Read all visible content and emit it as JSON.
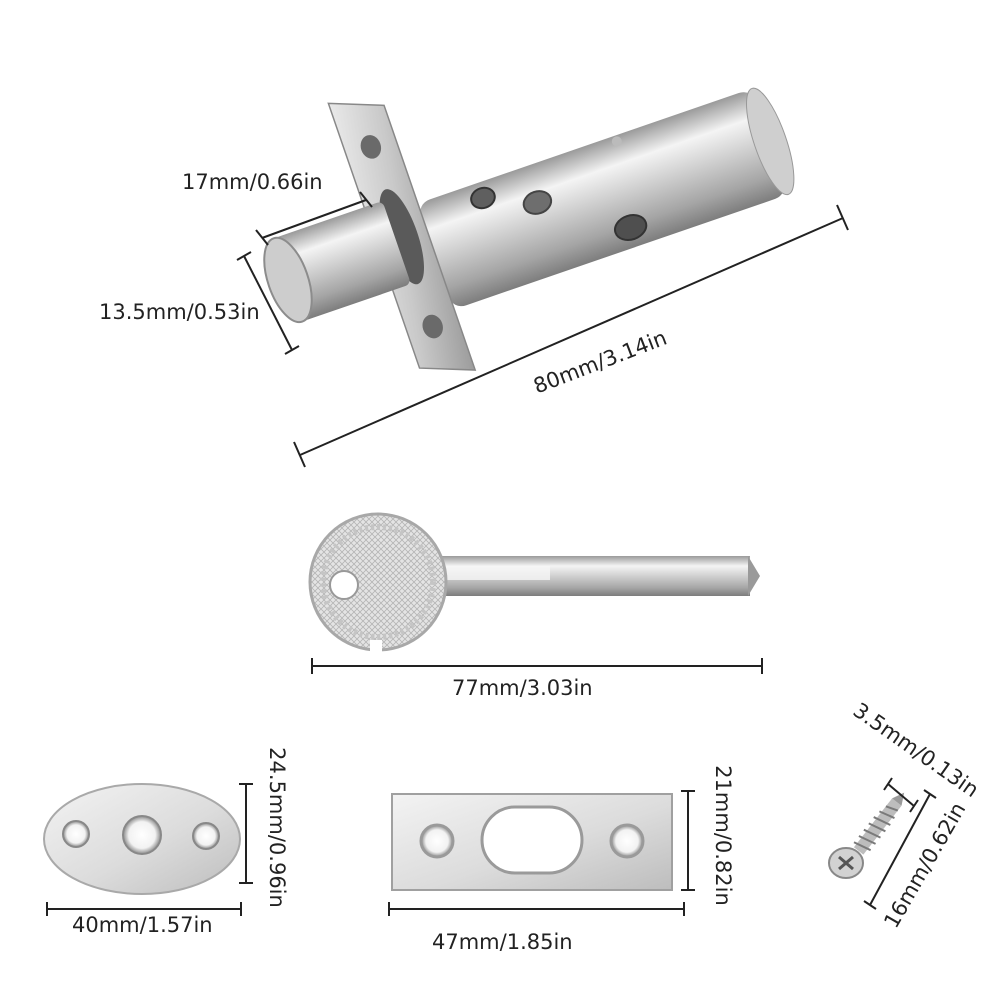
{
  "dimensions": {
    "bolt_diameter": "17mm/0.66in",
    "bolt_end_diameter": "13.5mm/0.53in",
    "bolt_length": "80mm/3.14in",
    "key_length": "77mm/3.03in",
    "plate_oval_height": "24.5mm/0.96in",
    "plate_oval_width": "40mm/1.57in",
    "strike_plate_height": "21mm/0.82in",
    "strike_plate_width": "47mm/1.85in",
    "screw_diameter": "3.5mm/0.13in",
    "screw_length": "16mm/0.62in"
  },
  "colors": {
    "metal_light": "#f2f2f2",
    "metal_mid": "#c8c8c8",
    "metal_dark": "#8e8e8e",
    "line": "#222222"
  }
}
